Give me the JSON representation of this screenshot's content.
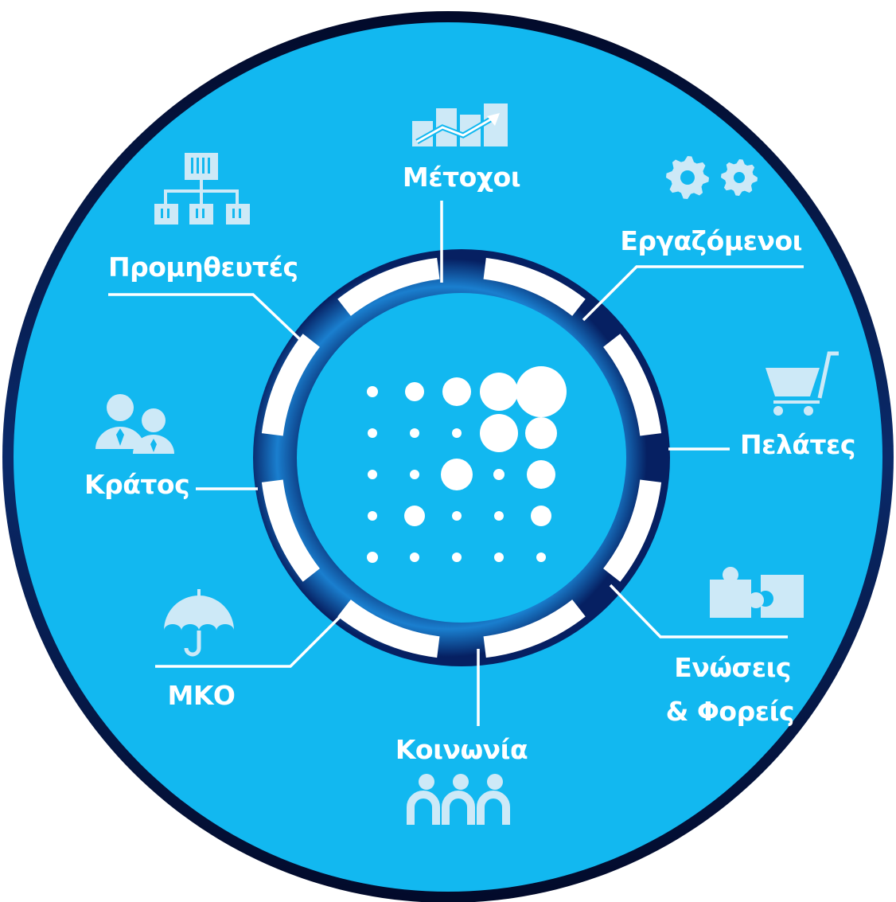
{
  "colors": {
    "outer_fill": "#12b8f0",
    "rim_dark": "#0a1a4a",
    "ring_dark": "#041640",
    "ring_blue": "#1e8fd6",
    "icon": "#cde9f7",
    "text": "#ffffff"
  },
  "stakeholders": {
    "shareholders": {
      "label": "Μέτοχοι",
      "icon": "growth-chart-icon"
    },
    "employees": {
      "label": "Εργαζόμενοι",
      "icon": "gears-icon"
    },
    "customers": {
      "label": "Πελάτες",
      "icon": "shopping-cart-icon"
    },
    "associations": {
      "label_line1": "Ενώσεις",
      "label_line2": "& Φορείς",
      "icon": "puzzle-icon"
    },
    "society": {
      "label": "Κοινωνία",
      "icon": "people-group-icon"
    },
    "ngo": {
      "label": "ΜΚΟ",
      "icon": "umbrella-icon"
    },
    "state": {
      "label": "Κράτος",
      "icon": "business-people-icon"
    },
    "suppliers": {
      "label": "Προμηθευτές",
      "icon": "supply-network-icon"
    }
  },
  "center_logo": {
    "icon": "dot-grid-logo-icon"
  }
}
